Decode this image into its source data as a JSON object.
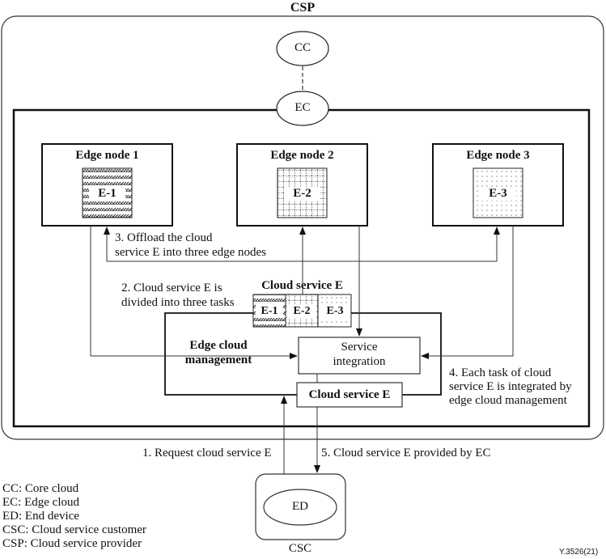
{
  "diagram": {
    "csp_title": "CSP",
    "cc_label": "CC",
    "ec_label": "EC",
    "edge_nodes": [
      {
        "title": "Edge node 1",
        "task": "E-1",
        "pattern": "hatched"
      },
      {
        "title": "Edge node 2",
        "task": "E-2",
        "pattern": "grid"
      },
      {
        "title": "Edge node 3",
        "task": "E-3",
        "pattern": "dotted"
      }
    ],
    "step3": [
      "3. Offload the cloud",
      "service E into three edge nodes"
    ],
    "step2": [
      "2. Cloud service E is",
      "divided into three tasks"
    ],
    "cloud_service_split_title": "Cloud service E",
    "split_tasks": [
      "E-1",
      "E-2",
      "E-3"
    ],
    "edge_cloud_management": [
      "Edge cloud",
      "management"
    ],
    "service_integration": [
      "Service",
      "integration"
    ],
    "cloud_service_box": "Cloud service E",
    "step4": [
      "4. Each task of cloud",
      "service E is integrated by",
      "edge cloud management"
    ],
    "step1": "1. Request cloud service E",
    "step5": "5. Cloud service E provided by EC",
    "ed_label": "ED",
    "csc_label": "CSC",
    "legend": [
      "CC: Core cloud",
      "EC: Edge cloud",
      "ED: End device",
      "CSC: Cloud service customer",
      "CSP: Cloud service provider"
    ],
    "figure_id": "Y.3526(21)"
  }
}
